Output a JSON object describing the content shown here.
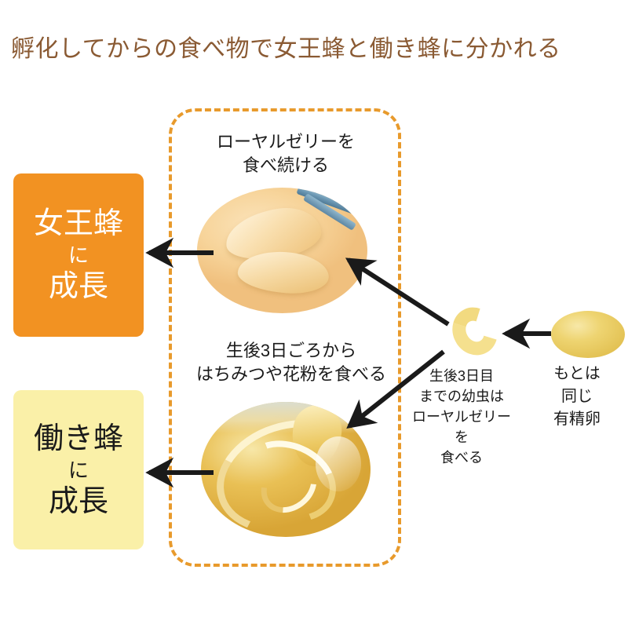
{
  "title": "孵化してからの食べ物で女王蜂と働き蜂に分かれる",
  "colors": {
    "title_brown": "#8a5a33",
    "dashed_border_orange": "#e89a2c",
    "queen_box_orange": "#f29222",
    "worker_box_yellow": "#faf0a8",
    "arrow_black": "#1a1a1a",
    "egg_yellow": "#eed471",
    "larva_yellow": "#f5e08e"
  },
  "outcomes": {
    "queen": {
      "line1": "女王蜂",
      "line2": "に",
      "line3": "成長"
    },
    "worker": {
      "line1": "働き蜂",
      "line2": "に",
      "line3": "成長"
    }
  },
  "captions": {
    "royal_jelly": "ローヤルゼリーを\n食べ続ける",
    "honey_pollen": "生後3日ごろから\nはちみつや花粉を食べる",
    "larva": "生後3日目\nまでの幼虫は\nローヤルゼリーを\n食べる",
    "egg": "もとは\n同じ\n有精卵"
  },
  "figures": {
    "royal_jelly_photo": "royal-jelly-photo",
    "honey_photo": "honey-swirl-photo",
    "larva": "bee-larva",
    "egg": "fertilized-egg"
  },
  "arrows": [
    {
      "name": "arrow-to-queen-box",
      "from": "royal-jelly-photo",
      "to": "queen-box"
    },
    {
      "name": "arrow-to-worker-box",
      "from": "honey-swirl-photo",
      "to": "worker-box"
    },
    {
      "name": "arrow-larva-to-royal-jelly",
      "from": "larva-caption",
      "to": "royal-jelly-photo"
    },
    {
      "name": "arrow-larva-to-honey",
      "from": "larva-caption",
      "to": "honey-swirl-photo"
    },
    {
      "name": "arrow-egg-to-larva",
      "from": "fertilized-egg",
      "to": "bee-larva"
    }
  ]
}
